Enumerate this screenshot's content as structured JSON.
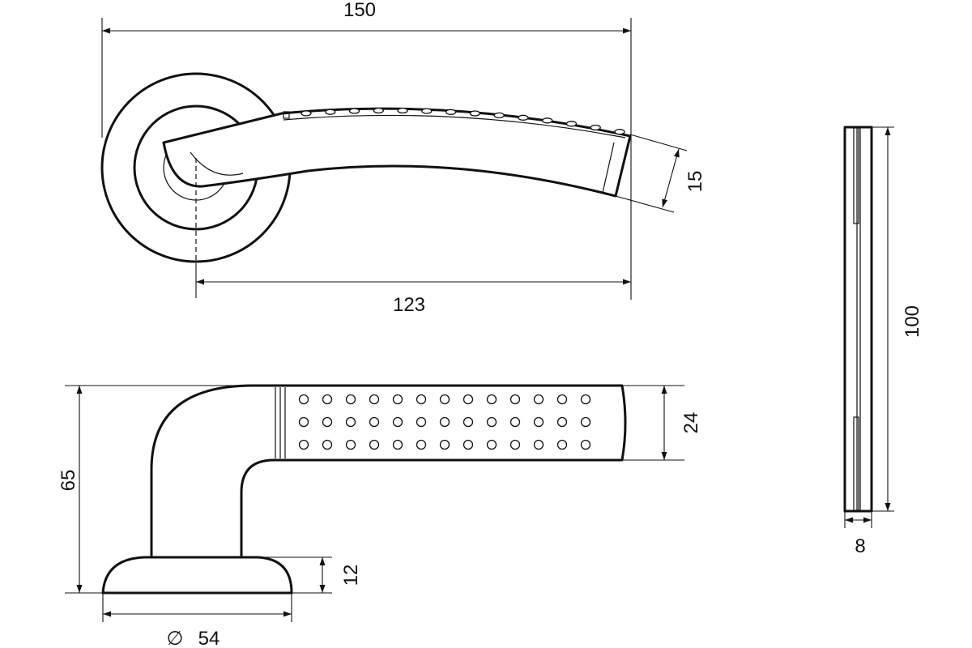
{
  "dimensions": {
    "overall_length": "150",
    "handle_length": "123",
    "handle_height_end": "15",
    "lever_height": "65",
    "grip_height": "24",
    "rose_thickness": "12",
    "rose_diameter": "54",
    "diameter_symbol": "∅",
    "spindle_length": "100",
    "spindle_width": "8"
  },
  "colors": {
    "line": "#111111",
    "background": "#ffffff"
  }
}
